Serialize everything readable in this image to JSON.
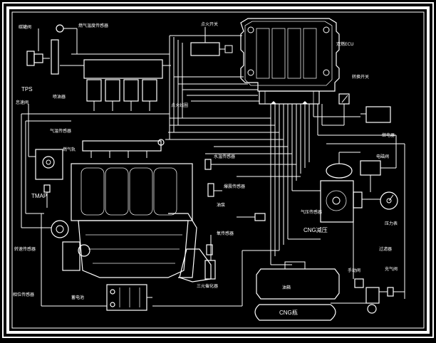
{
  "diagram": {
    "labels": {
      "tps": "TPS",
      "tmap": "TMAP",
      "cng_pressure_reducer": "CNG减压",
      "cng_tank": "CNG瓶",
      "ecu": "双燃ECU",
      "coolant_sensor": "水温传感器",
      "knock_sensor": "爆震传感器",
      "ignition_switch": "点火开关",
      "injector_rail": "喷油器",
      "gas_injector_rail": "燃气轨",
      "fuel_tank": "油箱",
      "fuel_switch": "转换开关",
      "relay": "继电器",
      "gas_valve": "电磁阀",
      "pressure_gauge": "压力表",
      "manual_valve": "手动阀",
      "oxygen_sensor": "氧传感器",
      "catalytic_converter": "三元催化器",
      "battery": "蓄电池",
      "speed_sensor": "转速传感器",
      "idle_valve": "怠速阀",
      "phase_sensor": "相位传感器",
      "fuel_pump": "油泵",
      "carbon_canister": "碳罐阀",
      "gas_temp_sensor": "气温传感器",
      "gas_pressure_sensor": "气压传感器",
      "filter": "过滤器",
      "charge_valve": "充气阀",
      "ignition_coil": "点火线圈",
      "gas_sensor_top": "燃气温度传感器"
    },
    "colors": {
      "background": "#000000",
      "line": "#ffffff",
      "frame": "#ffffff"
    }
  }
}
